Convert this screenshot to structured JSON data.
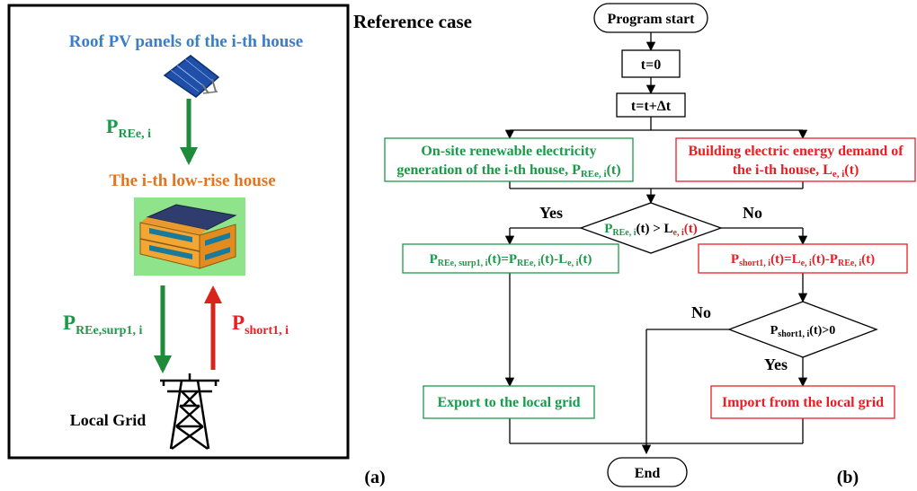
{
  "left_panel": {
    "pv_title": "Roof PV panels of the i-th house",
    "p_ree_main": "P",
    "p_ree_sub": "REe, i",
    "house_title": "The i-th low-rise house",
    "p_surp_main": "P",
    "p_surp_sub": "REe,surp1, i",
    "p_short_main": "P",
    "p_short_sub": "short1, i",
    "grid_label": "Local Grid",
    "panel_tag": "(a)"
  },
  "flowchart": {
    "heading": "Reference case",
    "start": "Program start",
    "t0": "t=0",
    "t_step": "t=t+Δt",
    "renewable_line1": "On-site renewable electricity",
    "renewable_line2": "generation of the i-th house, P",
    "renewable_sub": "REe, i",
    "renewable_tail": "(t)",
    "demand_line1": "Building electric energy demand of",
    "demand_line2": "the i-th house, L",
    "demand_sub": "e, i",
    "demand_tail": "(t)",
    "decision1_p": "P",
    "decision1_psub": "REe, i",
    "decision1_mid": "(t) > L",
    "decision1_lsub": "e, i",
    "decision1_tail": "(t)",
    "yes1": "Yes",
    "no1": "No",
    "surp_p": "P",
    "surp_psub": "REe, surp1, i",
    "surp_eq": "(t)=P",
    "surp_psub2": "REe, i",
    "surp_minus": "(t)-L",
    "surp_lsub": "e, i",
    "surp_tail": "(t)",
    "short_p": "P",
    "short_psub": "short1, i",
    "short_eq": "(t)=L",
    "short_lsub": "e, i",
    "short_minus": "(t)-P",
    "short_psub2": "REe, i",
    "short_tail": "(t)",
    "decision2_p": "P",
    "decision2_sub": "short1, i",
    "decision2_tail": "(t)>0",
    "no2": "No",
    "yes2": "Yes",
    "export": "Export to the local grid",
    "import": "Import from the local grid",
    "end": "End",
    "panel_tag": "(b)"
  },
  "colors": {
    "green": "#1a9a48",
    "red": "#e81e25",
    "blue": "#3a7dc9",
    "orange": "#e27420",
    "arrow_green": "#1e8a3a",
    "arrow_red": "#d9241c"
  }
}
